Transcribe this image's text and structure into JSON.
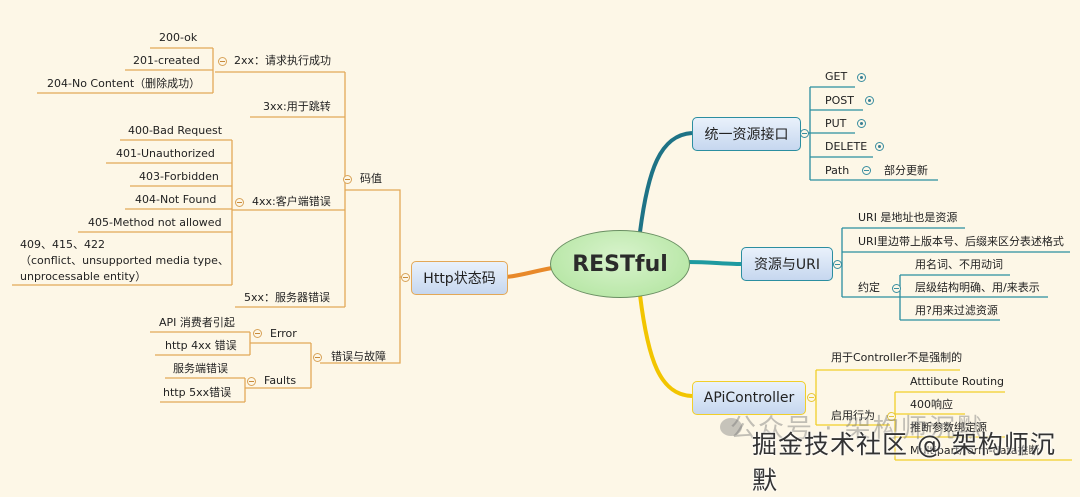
{
  "root": {
    "label": "RESTful"
  },
  "colors": {
    "background": "#fdf7e7",
    "orange_branch": "#e8892a",
    "teal_branch": "#1e7386",
    "yellow_branch": "#f2c500",
    "root_fill": "#c4eeb4"
  },
  "http_status": {
    "label": "Http状态码",
    "codes": {
      "label": "码值",
      "2xx": {
        "label": "2xx：请求执行成功",
        "items": [
          "200-ok",
          "201-created",
          "204-No Content（删除成功）"
        ]
      },
      "3xx": {
        "label": "3xx:用于跳转"
      },
      "4xx": {
        "label": "4xx:客户端错误",
        "items": [
          "400-Bad Request",
          "401-Unauthorized",
          "403-Forbidden",
          "404-Not Found",
          "405-Method not allowed",
          "409、415、422\n（conflict、unsupported media type、\nunprocessable entity）"
        ]
      },
      "5xx": {
        "label": "5xx：服务器错误"
      }
    },
    "errors": {
      "label": "错误与故障",
      "error": {
        "label": "Error",
        "items": [
          "API 消费者引起",
          "http 4xx 错误"
        ]
      },
      "faults": {
        "label": "Faults",
        "items": [
          "服务端错误",
          "http 5xx错误"
        ]
      }
    }
  },
  "uniform_interface": {
    "label": "统一资源接口",
    "items": [
      "GET",
      "POST",
      "PUT",
      "DELETE",
      "Path"
    ],
    "path_note": "部分更新"
  },
  "resource_uri": {
    "label": "资源与URI",
    "items": [
      "URI 是地址也是资源",
      "URI里边带上版本号、后缀来区分表述格式"
    ],
    "convention": {
      "label": "约定",
      "items": [
        "用名词、不用动词",
        "层级结构明确、用/来表示",
        "用?用来过滤资源"
      ]
    }
  },
  "api_controller": {
    "label": "APiController",
    "note": "用于Controller不是强制的",
    "behavior": {
      "label": "启用行为",
      "items": [
        "Atttibute Routing",
        "400响应",
        "推断参数绑定源",
        "Multipart/form-data推断"
      ]
    }
  },
  "watermark": {
    "line1": "公众号 · 架构师沉默",
    "line2": "掘金技术社区 @ 架构师沉默"
  }
}
